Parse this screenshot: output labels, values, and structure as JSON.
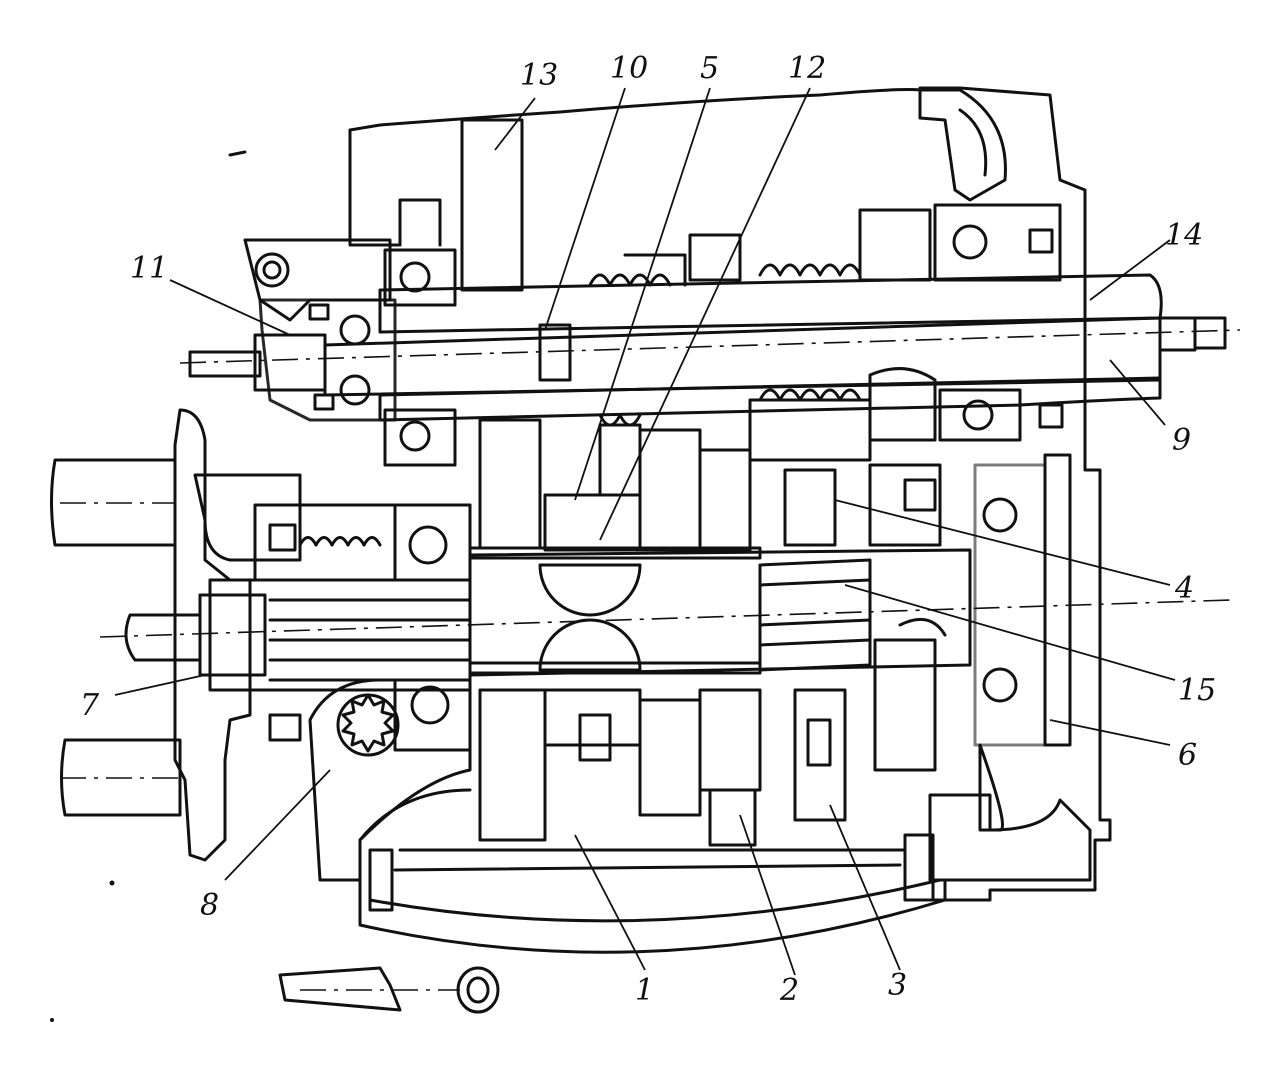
{
  "figure": {
    "callouts": {
      "c1": "1",
      "c2": "2",
      "c3": "3",
      "c4": "4",
      "c5": "5",
      "c6": "6",
      "c7": "7",
      "c8": "8",
      "c9": "9",
      "c10": "10",
      "c11": "11",
      "c12": "12",
      "c13": "13",
      "c14": "14",
      "c15": "15"
    }
  }
}
